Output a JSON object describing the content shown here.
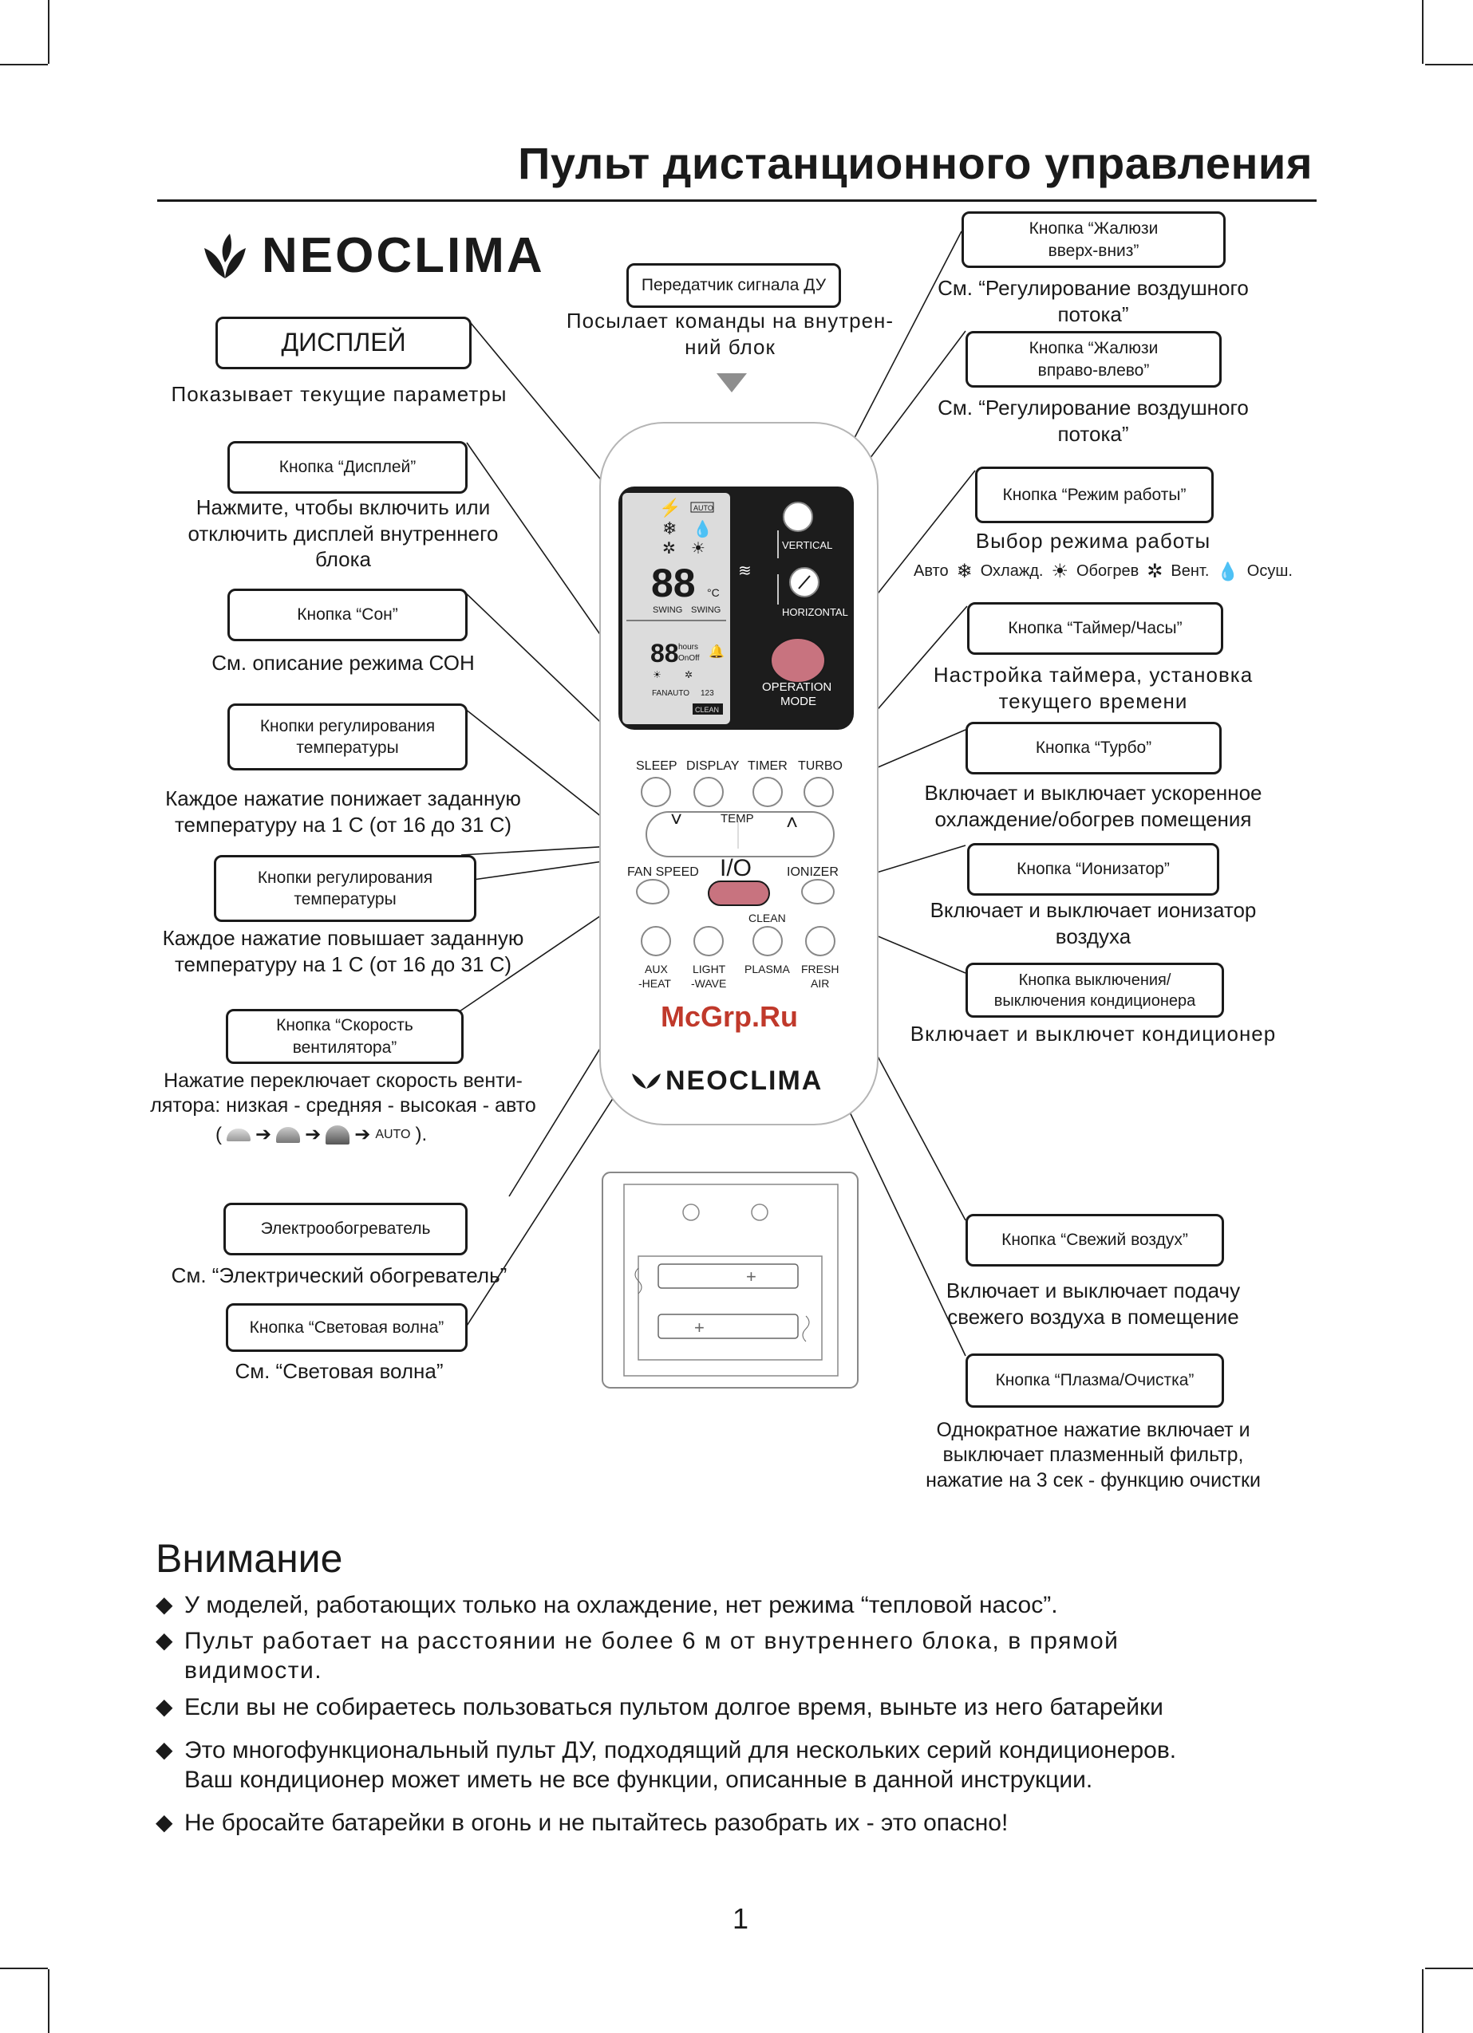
{
  "title": "Пульт дистанционного управления",
  "brand": "NEOCLIMA",
  "watermark": "McGrp.Ru",
  "page_number": "1",
  "labels": {
    "transmitter": {
      "box": "Передатчик сигнала ДУ",
      "desc": "Посылает команды на внутрен-\nний блок"
    },
    "display_area": {
      "box": "ДИСПЛЕЙ",
      "desc": "Показывает текущие параметры"
    },
    "display_button": {
      "box": "Кнопка “Дисплей”",
      "desc": "Нажмите, чтобы включить или\nотключить дисплей внутреннего\nблока"
    },
    "sleep_button": {
      "box": "Кнопка “Сон”",
      "desc": "См. описание режима СОН"
    },
    "temp_down": {
      "box": "Кнопки регулирования\nтемпературы",
      "desc": "Каждое нажатие понижает заданную\nтемпературу на 1 С (от 16 до 31 С)"
    },
    "temp_up": {
      "box": "Кнопки регулирования\nтемпературы",
      "desc": "Каждое нажатие повышает заданную\nтемпературу на 1 С (от 16 до 31 С)"
    },
    "fan_speed": {
      "box": "Кнопка “Скорость\nвентилятора”",
      "desc": "Нажатие переключает скорость венти-\nлятора:  низкая - средняя - высокая - авто"
    },
    "aux_heat": {
      "box": "Электрообогреватель",
      "desc": "См. “Электрический обогреватель”"
    },
    "light_wave": {
      "box": "Кнопка “Световая волна”",
      "desc": "См. “Световая волна”"
    },
    "louver_vertical": {
      "box": "Кнопка “Жалюзи\nвверх-вниз”",
      "desc": "См. “Регулирование воздушного\nпотока”"
    },
    "louver_horizontal": {
      "box": "Кнопка “Жалюзи\nвправо-влево”",
      "desc": "См. “Регулирование воздушного\nпотока”"
    },
    "mode": {
      "box": "Кнопка “Режим работы”",
      "desc": "Выбор режима работы"
    },
    "timer": {
      "box": "Кнопка “Таймер/Часы”",
      "desc": "Настройка таймера, установка\nтекущего времени"
    },
    "turbo": {
      "box": "Кнопка “Турбо”",
      "desc": "Включает и выключает ускоренное\nохлаждение/обогрев помещения"
    },
    "ionizer": {
      "box": "Кнопка “Ионизатор”",
      "desc": "Включает и выключает ионизатор\nвоздуха"
    },
    "power": {
      "box": "Кнопка выключения/\nвыключения кондиционера",
      "desc": "Включает и выключет кондиционер"
    },
    "fresh_air": {
      "box": "Кнопка “Свежий воздух”",
      "desc": "Включает и выключает подачу\nсвежего воздуха в помещение"
    },
    "plasma": {
      "box": "Кнопка “Плазма/Очистка”",
      "desc": "Однократное нажатие включает и\nвыключает плазменный фильтр,\nнажатие на 3 сек - функцию очистки"
    }
  },
  "modes": [
    "Авто",
    "Охлажд.",
    "Обогрев",
    "Вент.",
    "Осуш."
  ],
  "fan_sequence_end": "AUTO",
  "remote": {
    "display_auto": "AUTO",
    "display_digits": "88",
    "display_unit": "°C",
    "display_timer": "88",
    "display_hours": "hours",
    "display_onoff": "OnOff",
    "display_swing": "SWING",
    "display_fan": "FANAUTO",
    "display_123": "123",
    "display_clean": "CLEAN",
    "vertical": "VERTICAL",
    "horizontal": "HORIZONTAL",
    "operation_mode": "OPERATION\nMODE",
    "sleep": "SLEEP",
    "display": "DISPLAY",
    "timer": "TIMER",
    "turbo": "TURBO",
    "temp": "TEMP",
    "fan_speed": "FAN SPEED",
    "power": "I/O",
    "ionizer": "IONIZER",
    "clean": "CLEAN",
    "aux_heat": "AUX\n-HEAT",
    "light_wave": "LIGHT\n-WAVE",
    "plasma": "PLASMA",
    "fresh_air": "FRESH\nAIR"
  },
  "warning": {
    "title": "Внимание",
    "items": [
      "У моделей, работающих только на охлаждение, нет режима “тепловой насос”.",
      "Пульт работает на расстоянии не более 6 м от внутреннего блока, в прямой\nвидимости.",
      "Если вы не собираетесь пользоваться пультом долгое время, выньте из него батарейки",
      "Это многофункциональный пульт ДУ, подходящий для нескольких серий кондиционеров.\nВаш кондиционер может иметь не все функции, описанные в данной инструкции.",
      "Не бросайте батарейки в огонь и не пытайтесь разобрать их - это опасно!"
    ]
  }
}
